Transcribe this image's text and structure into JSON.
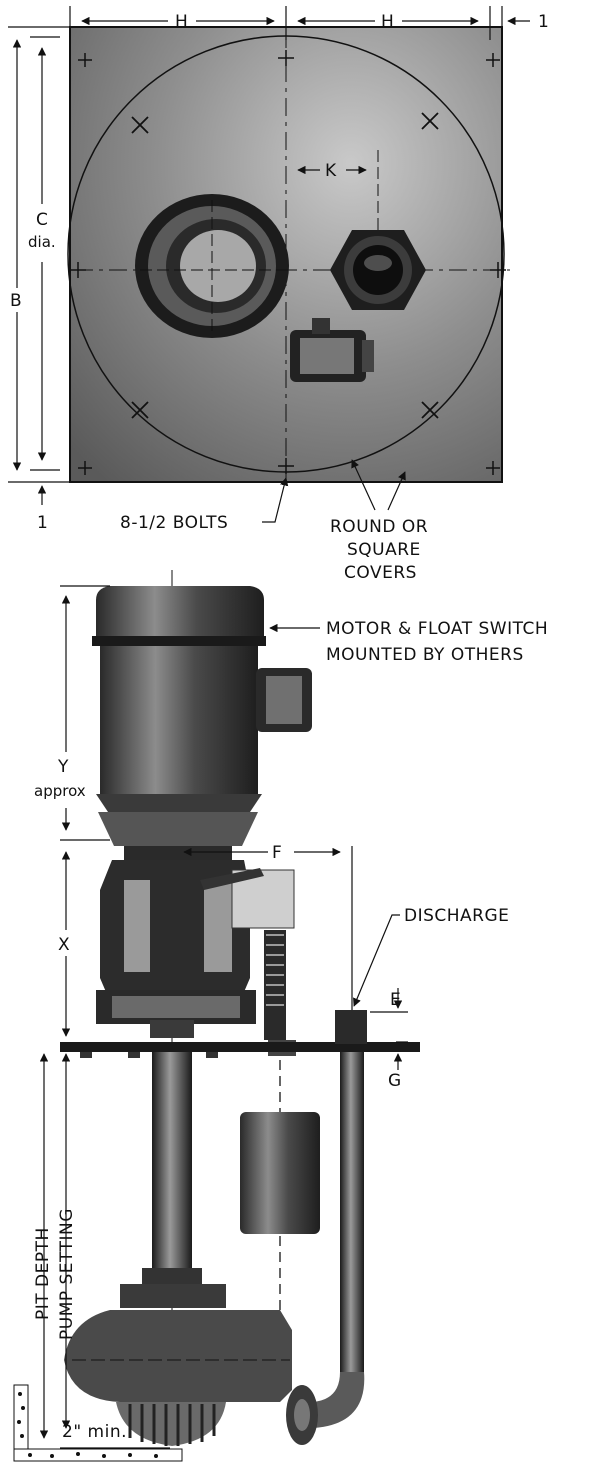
{
  "dimensions": {
    "h_left": "H",
    "h_right": "H",
    "edge_top": "1",
    "edge_bottom": "1",
    "b": "B",
    "c": "C",
    "c_dia": "dia.",
    "k": "K",
    "y": "Y",
    "y_approx": "approx",
    "x": "X",
    "f": "F",
    "e": "E",
    "g": "G",
    "min_gap": "2\" min."
  },
  "callouts": {
    "bolts": "8-1/2 BOLTS",
    "covers_line1": "ROUND OR",
    "covers_line2": "SQUARE",
    "covers_line3": "COVERS",
    "motor_line1": "MOTOR & FLOAT SWITCH",
    "motor_line2": "MOUNTED BY OTHERS",
    "discharge": "DISCHARGE",
    "pit_depth": "PIT DEPTH",
    "pump_setting": "PUMP SETTING"
  },
  "colors": {
    "plate": "#8a8a8a",
    "metal_dark": "#3a3a3a",
    "metal_mid": "#6e6e6e",
    "line": "#111111"
  }
}
